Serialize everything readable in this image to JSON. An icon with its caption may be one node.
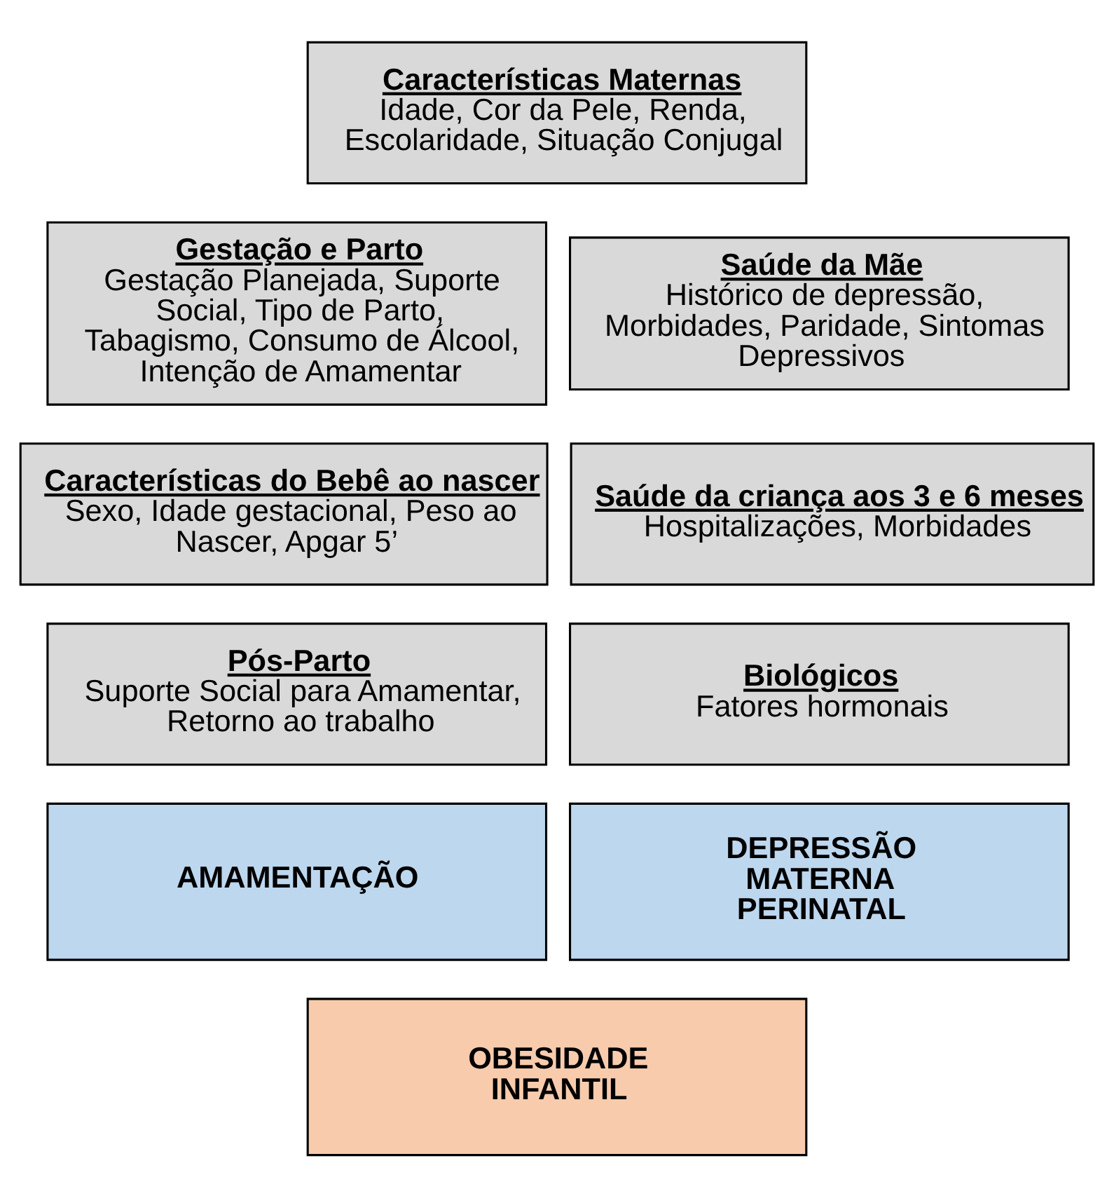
{
  "diagram": {
    "nodes": [
      {
        "text": [
          "Características Maternas",
          "Idade, Cor da Pele, Renda, Escolaridade, Situação Conjugal"
        ]
      },
      {
        "text": [
          "Gestação e Parto",
          "Gestação Planejada, Suporte Social, Tipo de Parto, Tabagismo, Consumo de Álcool, Intenção de Amamentar"
        ]
      },
      {
        "text": [
          "Saúde da Mãe",
          "Histórico de depressão, Morbidades, Paridade, Sintomas Depressivos"
        ]
      },
      {
        "text": [
          "Características do Bebê ao nascer",
          "Sexo, Idade gestacional, Peso ao Nascer, Apgar 5’"
        ]
      },
      {
        "text": [
          "Saúde da criança aos 3 e 6 meses",
          "Hospitalizações, Morbidades"
        ]
      },
      {
        "text": [
          "Pós-Parto",
          "Suporte Social para Amamentar, Retorno ao trabalho"
        ]
      },
      {
        "text": [
          "Biológicos",
          "Fatores hormonais"
        ]
      },
      {
        "text": [
          "AMAMENTAÇÃO"
        ]
      },
      {
        "text": [
          "DEPRESSÃO MATERNA PERINATAL"
        ]
      },
      {
        "text": [
          "OBESIDADE INFANTIL"
        ]
      }
    ],
    "edges": []
  }
}
